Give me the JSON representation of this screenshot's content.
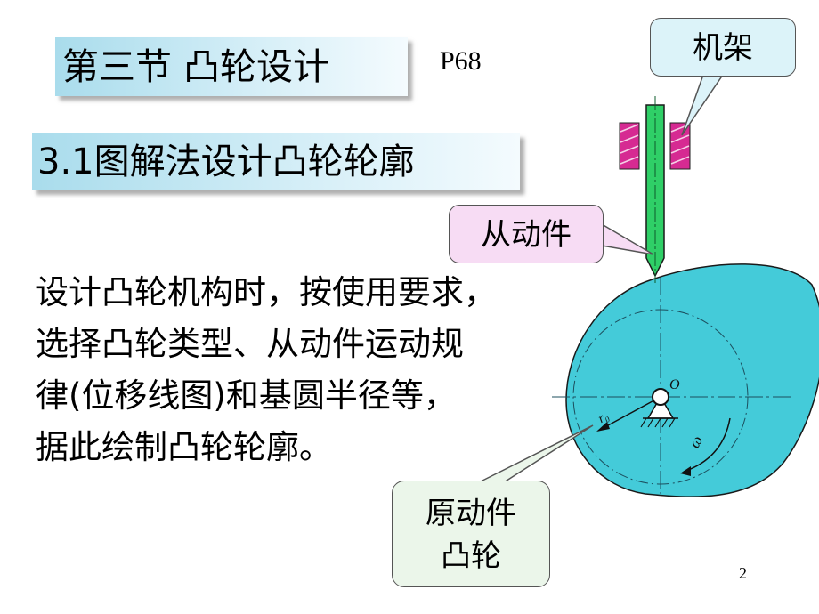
{
  "title": "第三节  凸轮设计",
  "page_ref": "P68",
  "subtitle": "3.1图解法设计凸轮轮廓",
  "body_lines": [
    "设计凸轮机构时，按使用要求，",
    "选择凸轮类型、从动件运动规",
    "律(位移线图)和基圆半径等，",
    "据此绘制凸轮轮廓。"
  ],
  "callouts": {
    "frame": "机架",
    "follower": "从动件",
    "driver_line1": "原动件",
    "driver_line2": "凸轮"
  },
  "diagram_labels": {
    "center": "O",
    "radius": "r₀",
    "omega": "ω"
  },
  "page_number": "2",
  "colors": {
    "title_fill": "#a9dcec",
    "cam_fill": "#44cbd9",
    "follower_fill": "#2fcf67",
    "guide_fill": "#d62a92",
    "frame_callout": "#dcf3f9",
    "follower_callout": "#f7dcf4",
    "driver_callout": "#ebf6ea"
  }
}
